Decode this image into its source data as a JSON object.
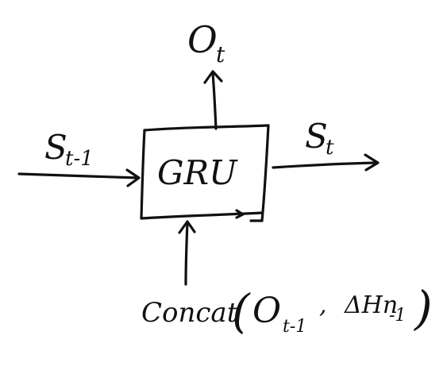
{
  "block": {
    "label": "GRU"
  },
  "inputs": {
    "left": {
      "symbol": "S",
      "subscript": "t-1"
    },
    "bottom": {
      "func": "Concat",
      "open": "(",
      "arg1_symbol": "O",
      "arg1_subscript": "t-1",
      "separator": ",",
      "arg2_symbol": "ΔHn",
      "arg2_subscript": "-1",
      "close": ")"
    }
  },
  "outputs": {
    "top": {
      "symbol": "O",
      "subscript": "t"
    },
    "right": {
      "symbol": "S",
      "subscript": "t"
    }
  }
}
